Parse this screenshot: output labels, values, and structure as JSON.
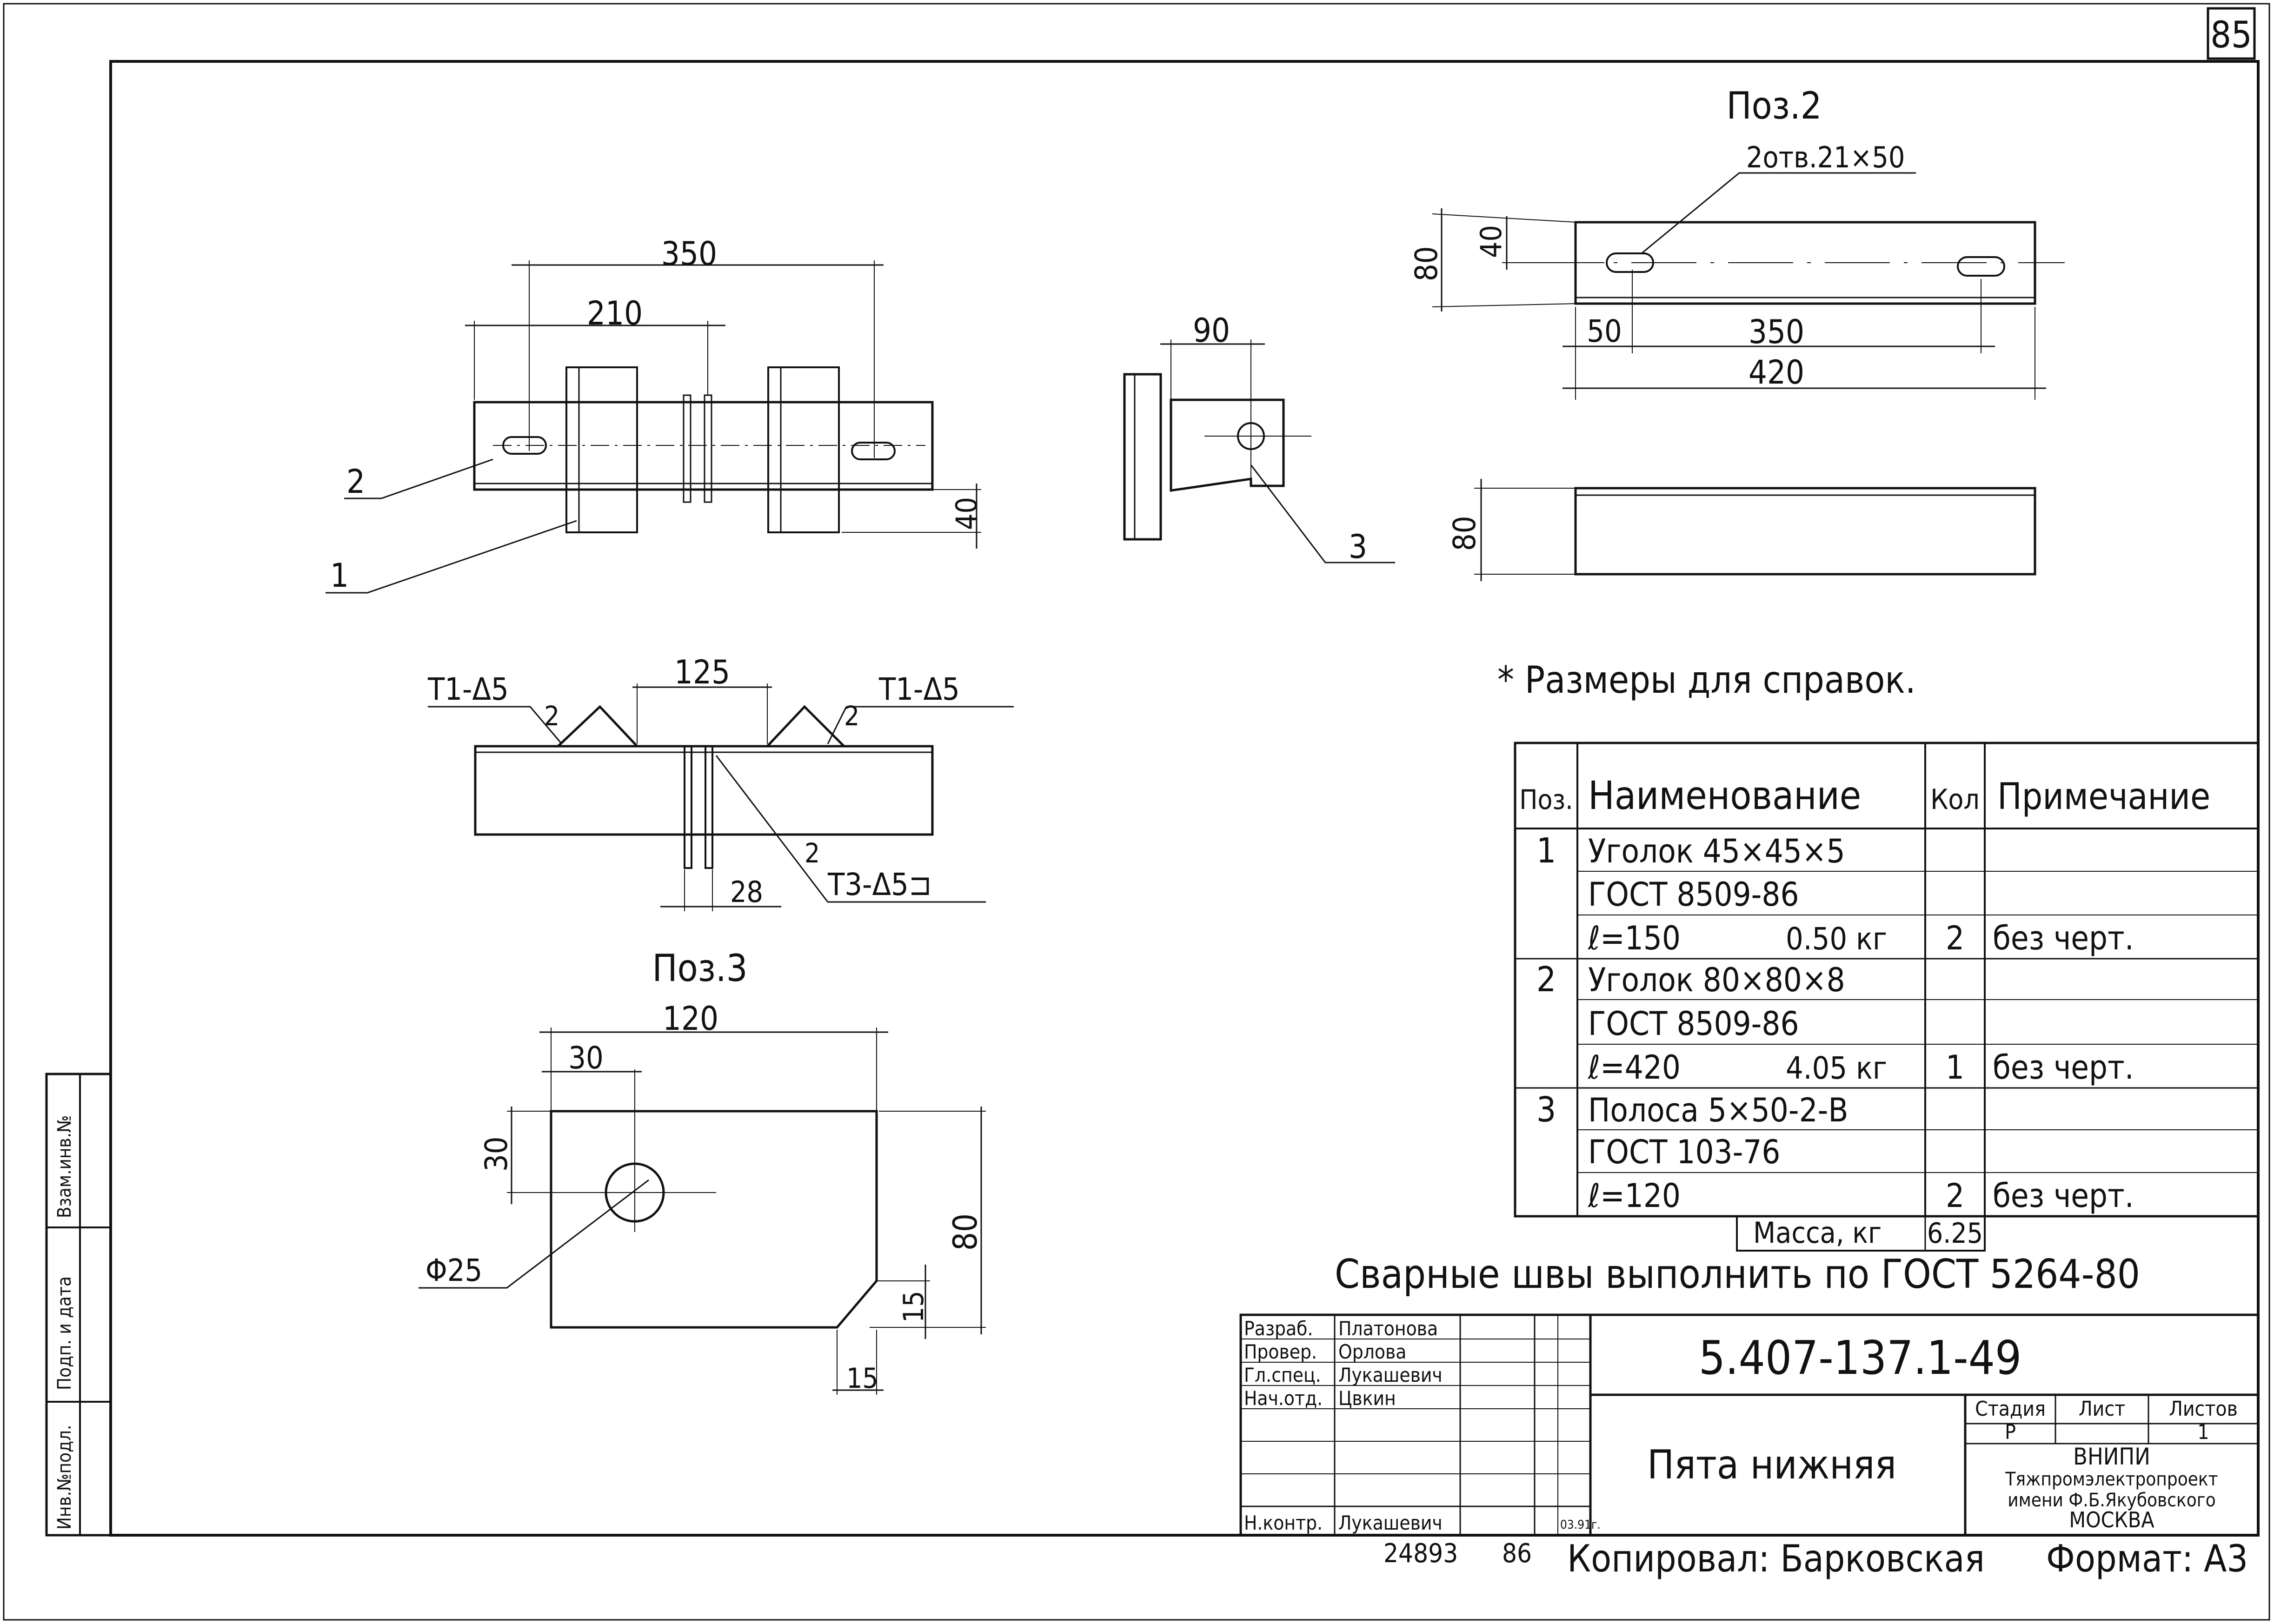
{
  "sheet_number": "85",
  "drawings": {
    "plan": {
      "dim_350": "350",
      "dim_210": "210",
      "dim_40": "40",
      "pos_2": "2",
      "pos_1": "1"
    },
    "weld": {
      "dim_125": "125",
      "dim_28": "28",
      "weld_left": "Т1-Δ5",
      "weld_right": "Т1-Δ5",
      "weld_bottom": "Т3-Δ5⊐",
      "leg_left": "2",
      "leg_right": "2",
      "leg_bottom": "2"
    },
    "pos3": {
      "title": "Поз.3",
      "dim_120": "120",
      "dim_30_top": "30",
      "dim_30_left": "30",
      "dim_80": "80",
      "dim_15_right": "15",
      "dim_15_bottom": "15",
      "hole": "Φ25"
    },
    "side": {
      "dim_90": "90",
      "pos_3": "3"
    },
    "pos2": {
      "title": "Поз.2",
      "holes": "2отв.21×50",
      "dim_80_top": "80",
      "dim_40": "40",
      "dim_50": "50",
      "dim_350": "350",
      "dim_420": "420",
      "dim_80_bottom": "80"
    }
  },
  "note": "* Размеры для справок.",
  "spec_table": {
    "headers": [
      "Поз.",
      "Наименование",
      "Кол",
      "Примечание"
    ],
    "rows": [
      [
        "1",
        "Уголок 45×45×5",
        "",
        ""
      ],
      [
        "",
        "ГОСТ 8509-86",
        "",
        ""
      ],
      [
        "",
        "ℓ=150",
        "0.50 кг",
        "2",
        "без черт."
      ],
      [
        "2",
        "Уголок 80×80×8",
        "",
        ""
      ],
      [
        "",
        "ГОСТ 8509-86",
        "",
        ""
      ],
      [
        "",
        "ℓ=420",
        "4.05 кг",
        "1",
        "без черт."
      ],
      [
        "3",
        "Полоса 5×50-2-В",
        "",
        ""
      ],
      [
        "",
        "ГОСТ 103-76",
        "",
        ""
      ],
      [
        "",
        "ℓ=120",
        "",
        "2",
        "без черт."
      ]
    ],
    "mass_label": "Масса, кг",
    "mass_value": "6.25"
  },
  "weld_note": "Сварные швы выполнить по ГОСТ 5264-80",
  "title_block": {
    "designation": "5.407-137.1-49",
    "name": "Пята нижняя",
    "roles": [
      {
        "role": "Разраб.",
        "person": "Платонова"
      },
      {
        "role": "Провер.",
        "person": "Орлова"
      },
      {
        "role": "Гл.спец.",
        "person": "Лукашевич"
      },
      {
        "role": "Нач.отд.",
        "person": "Цвкин"
      },
      {
        "role": "",
        "person": ""
      },
      {
        "role": "",
        "person": ""
      },
      {
        "role": "Н.контр.",
        "person": "Лукашевич"
      }
    ],
    "date": "03.91г.",
    "stage_label": "Стадия",
    "sheet_label": "Лист",
    "sheets_label": "Листов",
    "stage_value": "Р",
    "sheets_value": "1",
    "org_line1": "ВНИПИ",
    "org_line2": "Тяжпромэлектропроект",
    "org_line3": "имени Ф.Б.Якубовского",
    "org_line4": "МОСКВА"
  },
  "side_stamp": {
    "inv_podl": "Инв.№подл.",
    "podp_data": "Подп. и дата",
    "vzam_inv": "Взам.инв.№"
  },
  "footer": {
    "inv_number": "24893",
    "page": "86",
    "copied": "Копировал: Барковская",
    "format": "Формат: А3"
  }
}
